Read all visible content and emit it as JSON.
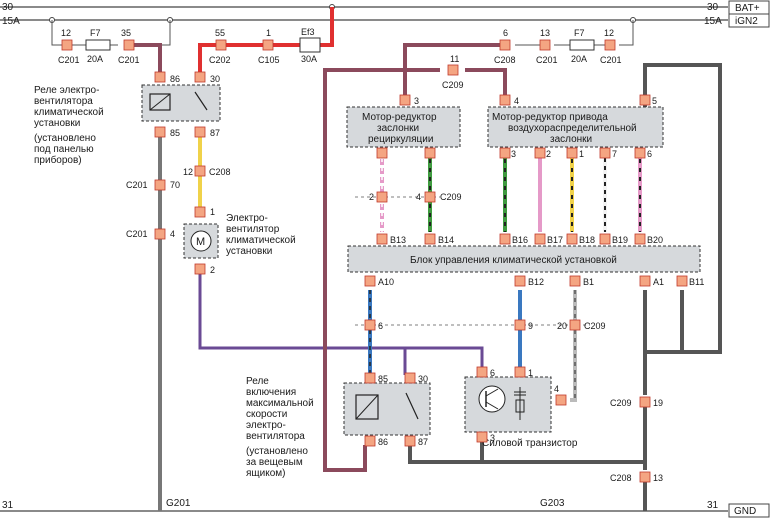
{
  "rails": {
    "bat_left": "30",
    "bat_right": "30",
    "bat_tag": "BAT+",
    "ign_left": "15A",
    "ign_right": "15A",
    "ign_tag": "iGN2",
    "gnd_left": "31",
    "gnd_right": "31",
    "gnd_tag": "GND"
  },
  "fuses": {
    "f7_left": {
      "name": "F7",
      "rating": "20A"
    },
    "ef3": {
      "name": "Ef3",
      "rating": "30A"
    },
    "f7_right": {
      "name": "F7",
      "rating": "20A"
    }
  },
  "components": {
    "relay1_caption": [
      "Реле электро-",
      "вентилятора",
      "климатической",
      "установки",
      "(установлено",
      "под панелью",
      "приборов)"
    ],
    "fan_caption": [
      "Электро-",
      "вентилятор",
      "климатической",
      "установки"
    ],
    "fan_symbol": "M",
    "recirc_motor": [
      "Мотор-редуктор",
      "заслонки",
      "рециркуляции"
    ],
    "air_motor": [
      "Мотор-редуктор привода",
      "воздухораспределительной",
      "заслонки"
    ],
    "control_unit": "Блок управления климатической установкой",
    "relay2_caption": [
      "Реле",
      "включения",
      "максимальной",
      "скорости",
      "электро-",
      "вентилятора",
      "(установлено",
      "за вещевым",
      "ящиком)"
    ],
    "transistor": "Силовой транзистор"
  },
  "labels": {
    "p12a": "12",
    "p35": "35",
    "c201a": "C201",
    "c201b": "C201",
    "p55": "55",
    "p1a": "1",
    "c202": "C202",
    "c105": "C105",
    "p6a": "6",
    "p13": "13",
    "p12b": "12",
    "c208a": "C208",
    "c201c": "C201",
    "c201d": "C201",
    "p11": "11",
    "c209a": "C209",
    "r86": "86",
    "r30": "30",
    "r85": "85",
    "r87": "87",
    "m3": "3",
    "m4": "4",
    "m5": "5",
    "p12c": "12",
    "c208b": "C208",
    "c201e": "C201",
    "p70": "70",
    "c201f": "C201",
    "p4a": "4",
    "fan1": "1",
    "fan2": "2",
    "rc2": "2",
    "rc4": "4",
    "c209b": "C209",
    "am3": "3",
    "am2": "2",
    "am1": "1",
    "am7": "7",
    "am6": "6",
    "b13": "B13",
    "b14": "B14",
    "b16": "B16",
    "b17": "B17",
    "b18": "B18",
    "b19": "B19",
    "b20": "B20",
    "a10": "A10",
    "b12": "B12",
    "b1": "B1",
    "a1": "A1",
    "b11": "B11",
    "j6": "6",
    "j9": "9",
    "j20": "20",
    "c209c": "C209",
    "s85": "85",
    "s30": "30",
    "s86": "86",
    "s87": "87",
    "t6": "6",
    "t1": "1",
    "t4": "4",
    "t3": "3",
    "c209d": "C209",
    "p19": "19",
    "c208c": "C208",
    "p13b": "13",
    "g201": "G201",
    "g203": "G203"
  },
  "wire_colors": {
    "brown": "#8b4a5c",
    "red": "#e03030",
    "grey": "#777777",
    "yellow": "#f0d24a",
    "purple": "#6a4a94",
    "blue": "#3a78c0",
    "green_black": "#3f9a3f",
    "pink": "#e59ac8",
    "white_black": "#f2f2f2",
    "light_grey": "#bbbbbb"
  }
}
